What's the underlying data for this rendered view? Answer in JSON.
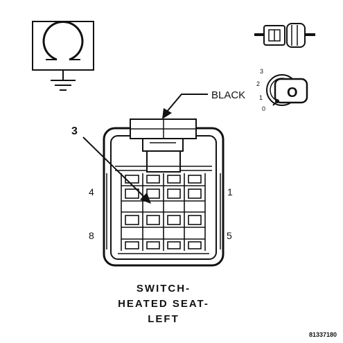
{
  "labels": {
    "color": "BLACK",
    "callout": "3",
    "pin_top_left": "4",
    "pin_top_right": "1",
    "pin_bottom_left": "8",
    "pin_bottom_right": "5",
    "title_line1": "SWITCH-",
    "title_line2": "HEATED SEAT-",
    "title_line3": "LEFT",
    "figure_id": "81337180"
  },
  "key_positions": [
    "3",
    "2",
    "1",
    "0"
  ],
  "key_letter": "O",
  "icons": [
    "ground-symbol-icon",
    "connector-plug-icon",
    "ignition-key-icon"
  ],
  "colors": {
    "line": "#111111",
    "background": "#ffffff"
  }
}
